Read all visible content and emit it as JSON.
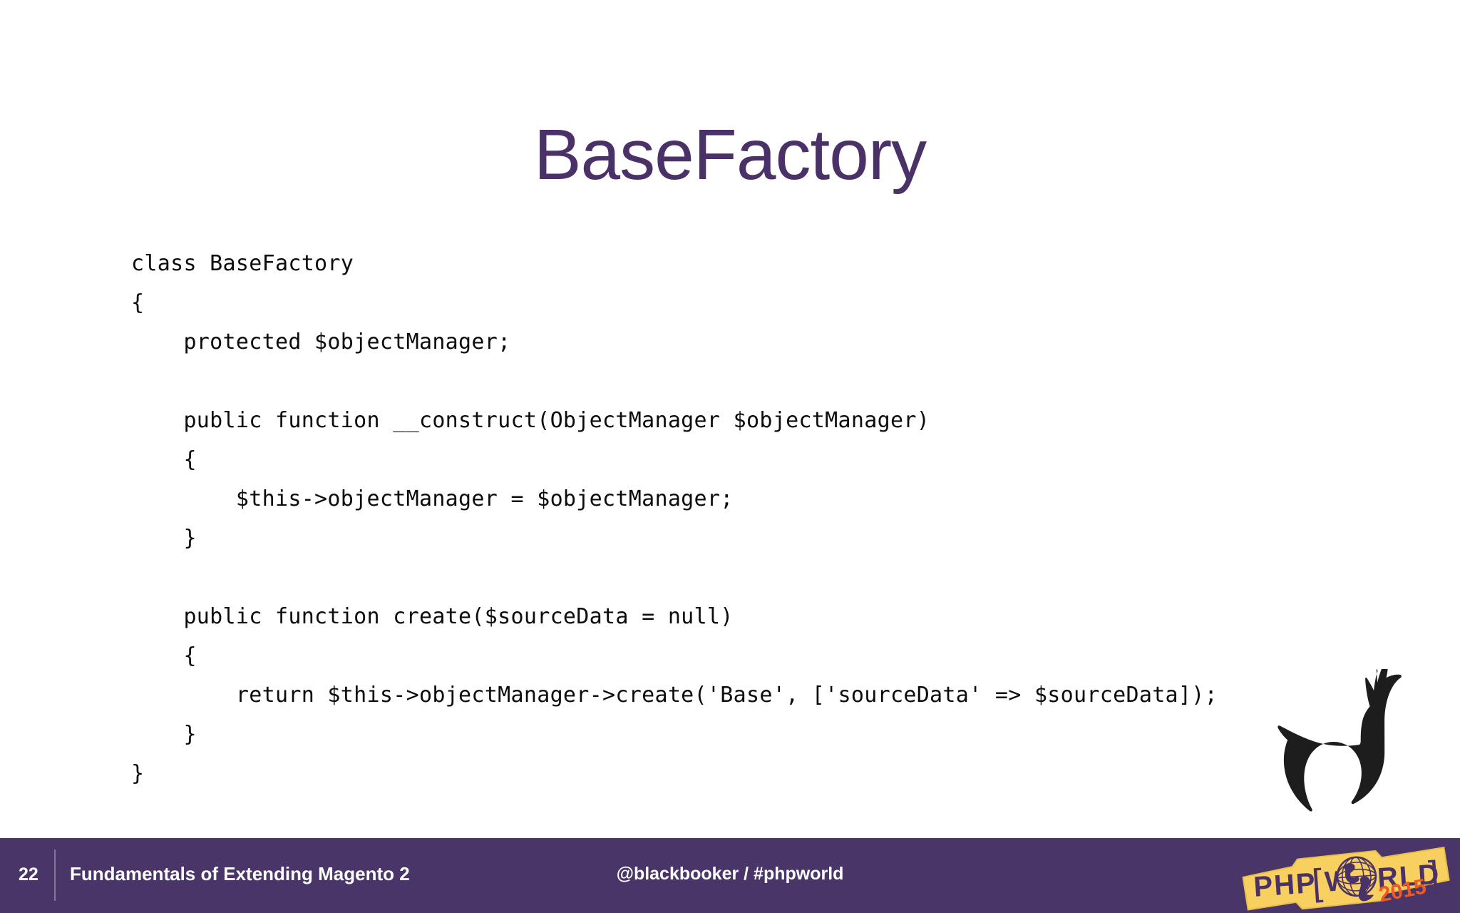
{
  "slide": {
    "title": "BaseFactory",
    "background_color": "#ffffff",
    "title_color": "#4a3268"
  },
  "code": {
    "language": "php",
    "lines": [
      "class BaseFactory",
      "{",
      "    protected $objectManager;",
      "",
      "    public function __construct(ObjectManager $objectManager)",
      "    {",
      "        $this->objectManager = $objectManager;",
      "    }",
      "",
      "    public function create($sourceData = null)",
      "    {",
      "        return $this->objectManager->create('Base', ['sourceData' => $sourceData]);",
      "    }",
      "}"
    ]
  },
  "decoration": {
    "llama_icon": "llama-silhouette-icon",
    "llama_color": "#1d1d1d"
  },
  "footer": {
    "background_color": "#4a3568",
    "page_number": "22",
    "deck_title": "Fundamentals of Extending Magento 2",
    "handle": "@blackbooker / #phpworld",
    "logo": {
      "name": "phpworld-logo",
      "text_left": "PHP",
      "bracket_open": "[",
      "text_w": "W",
      "globe_icon": "globe-icon",
      "text_right": "RLD",
      "bracket_close": "]",
      "year": "2015",
      "badge_color": "#f7d060",
      "text_color": "#4a3268",
      "year_color": "#f05a22"
    }
  }
}
